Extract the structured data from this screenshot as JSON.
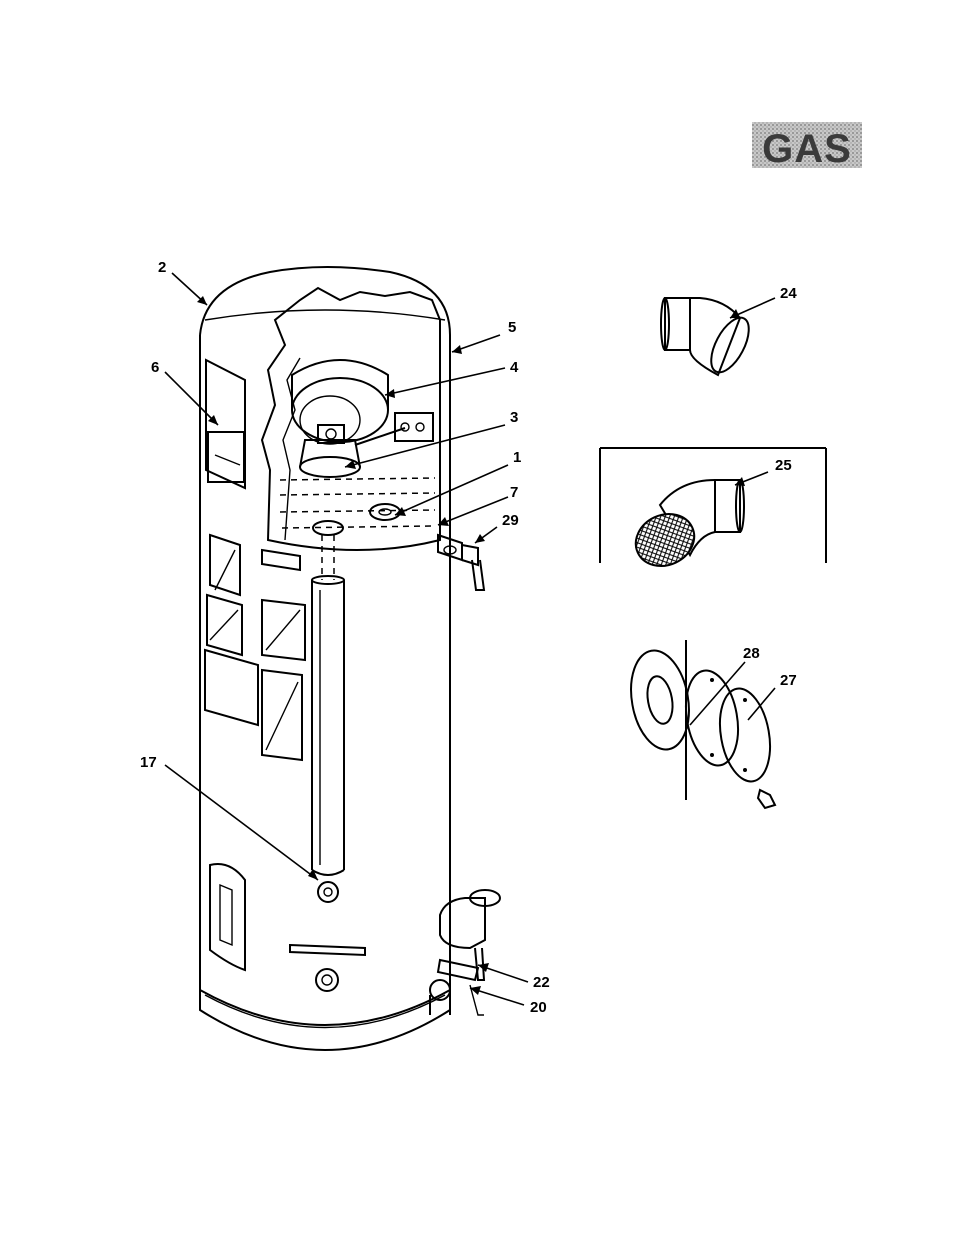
{
  "badge": {
    "text": "GAS"
  },
  "callouts": {
    "c1": "1",
    "c2": "2",
    "c3": "3",
    "c4": "4",
    "c5": "5",
    "c6": "6",
    "c7": "7",
    "c17": "17",
    "c20": "20",
    "c22": "22",
    "c24": "24",
    "c25": "25",
    "c27": "27",
    "c28": "28",
    "c29": "29"
  }
}
